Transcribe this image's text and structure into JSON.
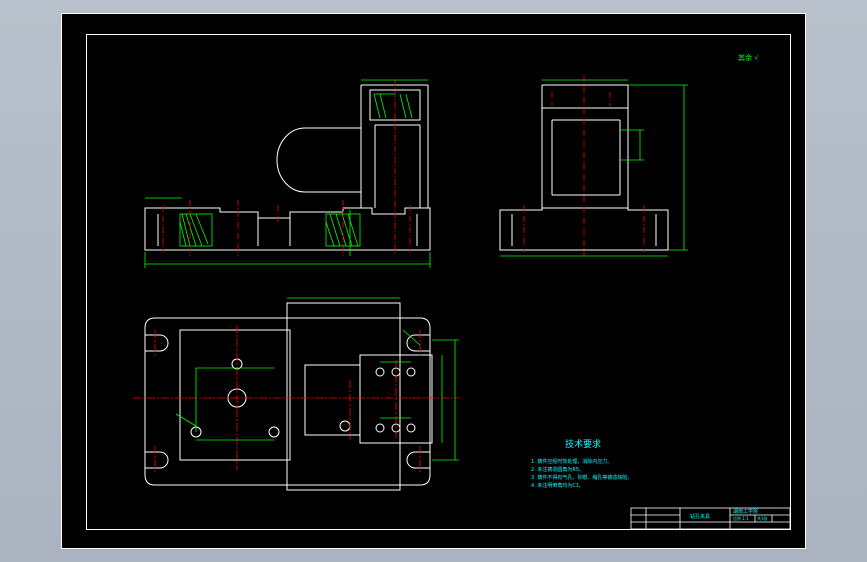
{
  "sheet": {
    "tech_requirements": {
      "title": "技术要求",
      "items": [
        "1. 铸件应经时效处理，消除内应力。",
        "2. 未注铸造圆角为R5。",
        "3. 铸件不得有气孔、砂眼、缩孔等铸造缺陷。",
        "4. 未注明倒角均为C1。"
      ]
    },
    "corner_mark": "其余 √",
    "title_block": {
      "part_name": "钻孔夹具",
      "school": "湖南工学院",
      "scale": "比例 1:1",
      "sheet": "共1张"
    }
  },
  "colors": {
    "outline": "#ffffff",
    "dimension": "#00ff00",
    "centerline": "#ff0000",
    "hidden": "#ff0000",
    "hatch": "#00ff00",
    "annotation": "#00ffff",
    "background": "#000000",
    "viewport": "#b4bcc7"
  }
}
